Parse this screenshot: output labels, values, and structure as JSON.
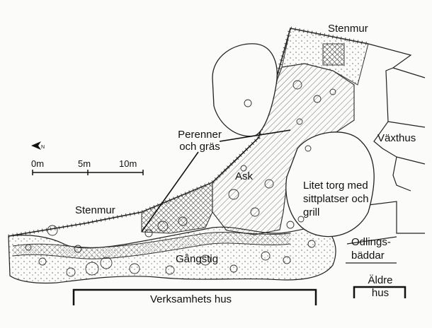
{
  "labels": {
    "stenmur_top": "Stenmur",
    "stenmur_left": "Stenmur",
    "perenner_line1": "Perenner",
    "perenner_line2": "och gräs",
    "ask": "Ask",
    "vaxthus": "Växthus",
    "torg_line1": "Litet torg med",
    "torg_line2": "sittplatser och",
    "torg_line3": "grill",
    "odling_line1": "Odlings-",
    "odling_line2": "bäddar",
    "aldre_line1": "Äldre",
    "aldre_line2": "hus",
    "gangstig": "Gångstig",
    "verksamhets": "Verksamhets hus"
  },
  "scale": {
    "labels": [
      "0m",
      "5m",
      "10m"
    ]
  },
  "icons": {
    "north": "north-arrow-icon"
  },
  "colors": {
    "ink": "#1a1a1a",
    "paper": "#fbfbf9"
  }
}
